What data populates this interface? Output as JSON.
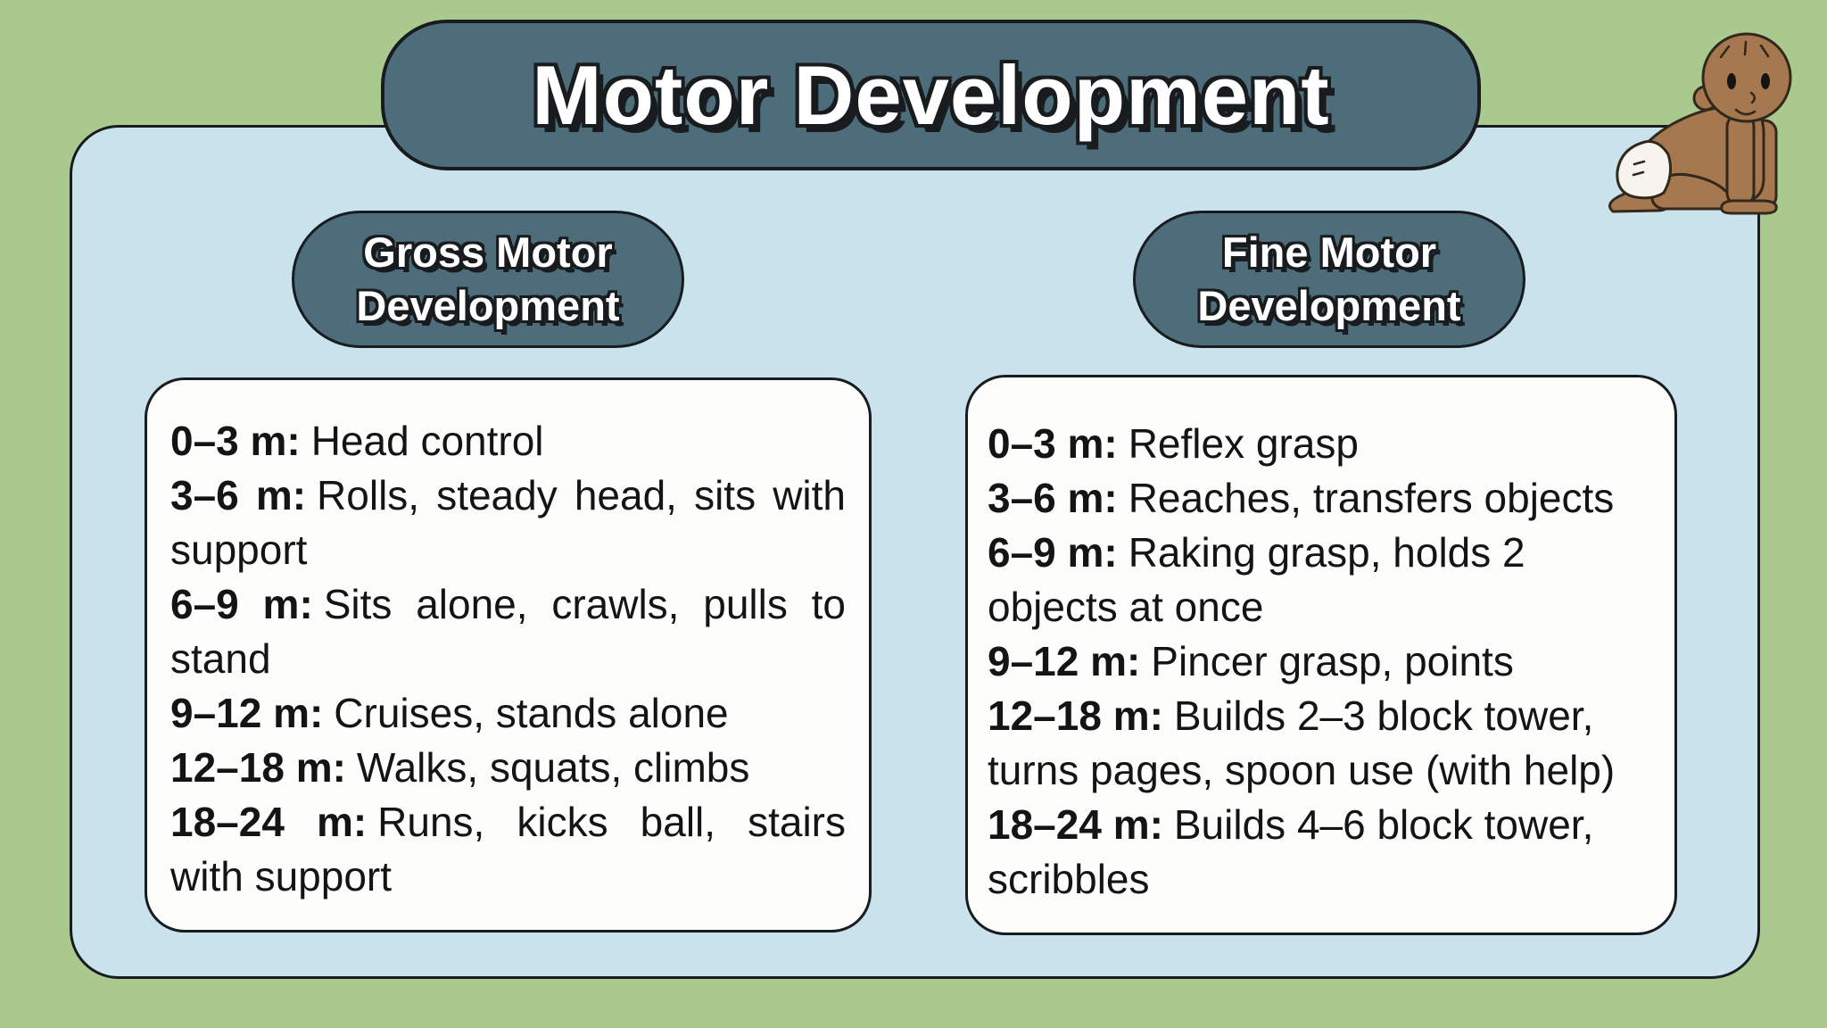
{
  "theme": {
    "background": "#a9c98f",
    "panel": "#c9e2ec",
    "pill": "#4e6d7b",
    "card": "#fdfdfc",
    "ink": "#181c1f",
    "text": "#141414",
    "light": "#ffffff",
    "skin": "#a67850",
    "diaper": "#f7f4ef",
    "babyline": "#32281c"
  },
  "title": "Motor Development",
  "illustration": {
    "name": "crawling-baby"
  },
  "sections": [
    {
      "header": "Gross Motor Development",
      "milestones": [
        {
          "range": "0–3 m:",
          "description": "Head control"
        },
        {
          "range": "3–6 m:",
          "description": "Rolls, steady head, sits with support"
        },
        {
          "range": "6–9 m:",
          "description": "Sits alone, crawls, pulls to stand"
        },
        {
          "range": "9–12 m:",
          "description": "Cruises, stands alone"
        },
        {
          "range": "12–18 m:",
          "description": "Walks, squats, climbs"
        },
        {
          "range": "18–24 m:",
          "description": "Runs, kicks ball, stairs with support"
        }
      ]
    },
    {
      "header": "Fine Motor Development",
      "milestones": [
        {
          "range": "0–3 m:",
          "description": "Reflex grasp"
        },
        {
          "range": "3–6 m:",
          "description": "Reaches, transfers objects"
        },
        {
          "range": "6–9 m:",
          "description": "Raking grasp, holds 2 objects at once"
        },
        {
          "range": "9–12 m:",
          "description": "Pincer grasp, points"
        },
        {
          "range": "12–18 m:",
          "description": "Builds 2–3 block tower, turns pages, spoon use (with help)"
        },
        {
          "range": "18–24 m:",
          "description": "Builds 4–6 block tower, scribbles"
        }
      ]
    }
  ]
}
